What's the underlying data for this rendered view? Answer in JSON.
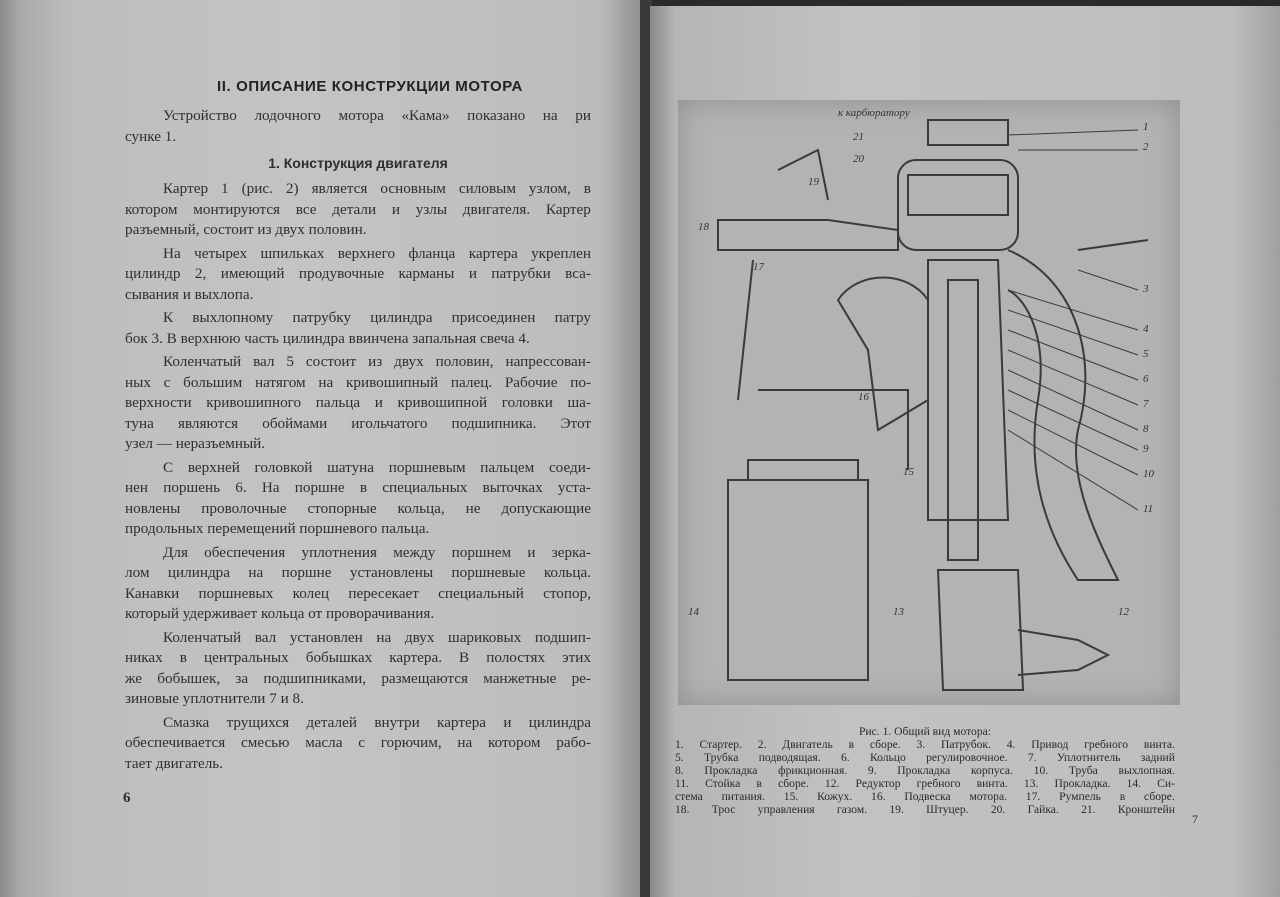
{
  "left_page": {
    "title": "II. ОПИСАНИЕ КОНСТРУКЦИИ МОТОРА",
    "intro": {
      "lines": [
        "Устройство лодочного мотора «Кама» показано на ри",
        "сунке 1."
      ]
    },
    "subheading": "1. Конструкция двигателя",
    "paragraphs": [
      {
        "lines": [
          "Картер 1 (рис. 2) является основным силовым узлом, в",
          "котором монтируются все детали и узлы двигателя. Картер",
          "разъемный, состоит из двух половин."
        ]
      },
      {
        "lines": [
          "На четырех шпильках верхнего фланца картера укреплен",
          "цилиндр 2, имеющий продувочные карманы и патрубки вса-",
          "сывания и выхлопа."
        ]
      },
      {
        "lines": [
          "К выхлопному патрубку цилиндра присоединен патру",
          "бок 3. В верхнюю часть цилиндра ввинчена запальная свеча 4."
        ]
      },
      {
        "lines": [
          "Коленчатый вал 5 состоит из двух половин, напрессован-",
          "ных с большим натягом на кривошипный палец. Рабочие по-",
          "верхности кривошипного пальца и кривошипной головки ша-",
          "туна являются обоймами игольчатого подшипника. Этот",
          "узел — неразъемный."
        ]
      },
      {
        "lines": [
          "С верхней головкой шатуна поршневым пальцем соеди-",
          "нен поршень 6. На поршне в специальных выточках уста-",
          "новлены проволочные стопорные кольца, не допускающие",
          "продольных перемещений поршневого пальца."
        ]
      },
      {
        "lines": [
          "Для обеспечения уплотнения между поршнем и зерка-",
          "лом цилиндра на поршне установлены поршневые кольца.",
          "Канавки поршневых колец пересекает специальный стопор,",
          "который удерживает кольца от проворачивания."
        ]
      },
      {
        "lines": [
          "Коленчатый вал установлен на двух шариковых подшип-",
          "никах в центральных бобышках картера. В полостях этих",
          "же бобышек, за подшипниками, размещаются манжетные ре-",
          "зиновые уплотнители 7 и 8."
        ]
      },
      {
        "lines": [
          "Смазка трущихся деталей внутри картера и цилиндра",
          "обеспечивается смесью масла с горючим, на котором рабо-",
          "тает двигатель."
        ]
      }
    ],
    "page_number": "6"
  },
  "right_page": {
    "figure": {
      "annotation": "к карбюратору",
      "labels": [
        "1",
        "2",
        "3",
        "4",
        "5",
        "6",
        "7",
        "8",
        "9",
        "10",
        "11",
        "12",
        "13",
        "14",
        "15",
        "16",
        "17",
        "18",
        "19",
        "20",
        "21"
      ]
    },
    "caption": {
      "title": "Рис. 1. Общий вид мотора:",
      "lines": [
        "1. Стартер. 2. Двигатель в сборе. 3. Патрубок. 4. Привод гребного винта.",
        "5. Трубка подводящая. 6. Кольцо регулировочное. 7. Уплотнитель задний",
        "8. Прокладка фрикционная. 9. Прокладка корпуса. 10. Труба выхлопная.",
        "11. Стойка в сборе. 12. Редуктор гребного винта. 13. Прокладка. 14. Си-",
        "стема питания. 15. Кожух. 16. Подвеска мотора. 17. Румпель в сборе.",
        "18. Трос управления газом. 19. Штуцер. 20. Гайка. 21. Кронштейн"
      ]
    },
    "page_number": "7"
  }
}
